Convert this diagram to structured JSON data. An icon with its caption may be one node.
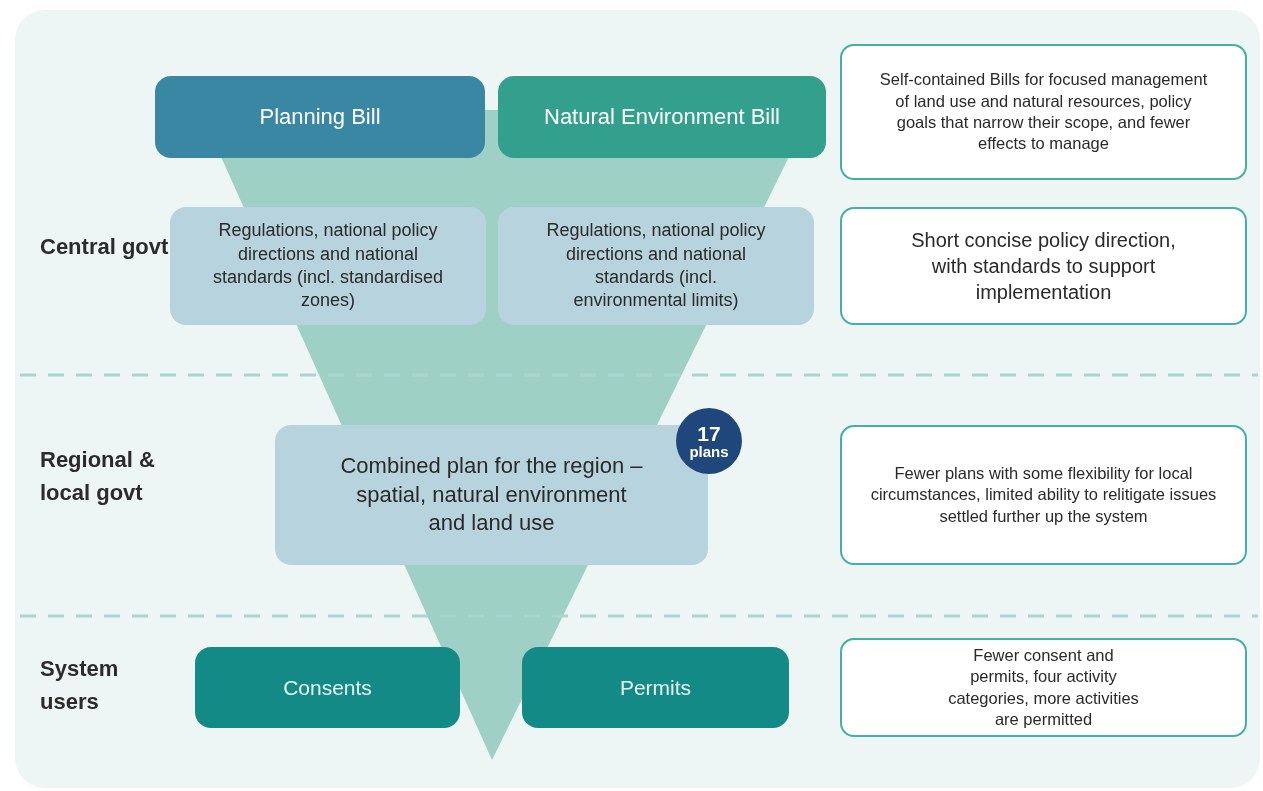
{
  "diagram": {
    "nodes": [
      {
        "text": [
          "Planning Bill"
        ]
      },
      {
        "text": [
          "Natural Environment Bill"
        ]
      },
      {
        "text": [
          "Regulations, national policy directions and national standards (incl. standardised zones)"
        ]
      },
      {
        "text": [
          "Regulations, national policy directions and national standards (incl. environmental limits)"
        ]
      },
      {
        "text": [
          "Combined plan for the region – spatial, natural environment and land use"
        ]
      },
      {
        "text": [
          "17",
          "plans"
        ]
      },
      {
        "text": [
          "Consents"
        ]
      },
      {
        "text": [
          "Permits"
        ]
      },
      {
        "text": [
          "Self-contained Bills for focused management of land use and natural resources, policy goals that narrow their scope, and fewer effects to manage"
        ]
      },
      {
        "text": [
          "Short concise policy direction, with standards to support implementation"
        ]
      },
      {
        "text": [
          "Fewer plans with some flexibility for local circumstances, limited ability to relitigate issues settled further up the system"
        ]
      },
      {
        "text": [
          "Fewer consent and permits, four activity categories, more activities are permitted"
        ]
      }
    ],
    "edges": [],
    "labels": [
      "Central govt",
      "Regional & local govt",
      "System users"
    ]
  }
}
